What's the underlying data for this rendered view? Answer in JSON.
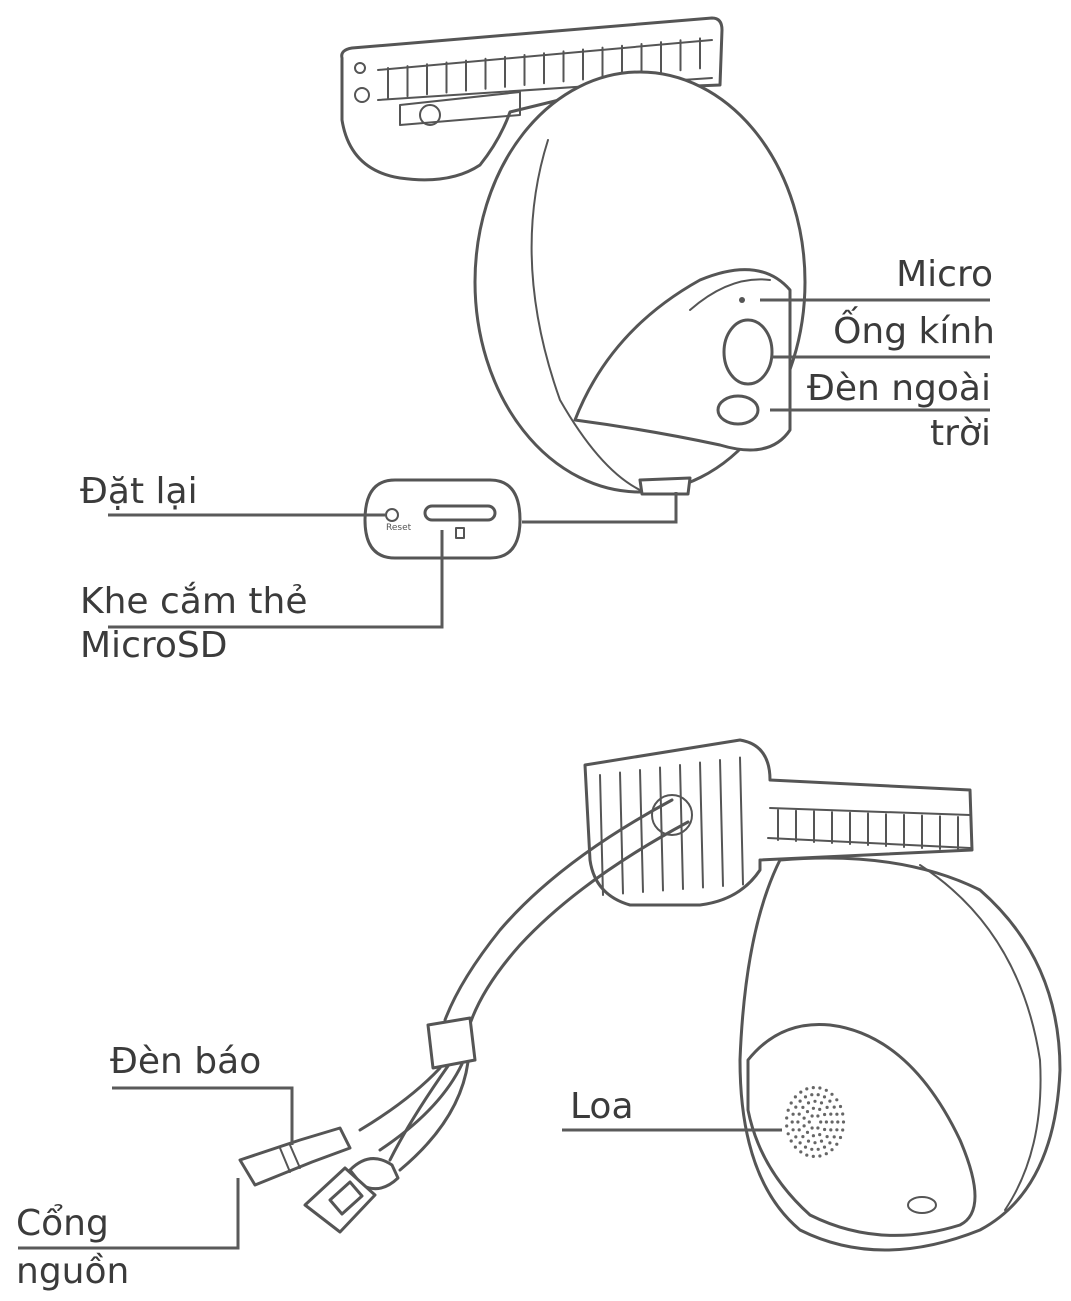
{
  "labels": {
    "micro": "Micro",
    "lens": "Ống kính",
    "outdoor_light_1": "Đèn ngoài",
    "outdoor_light_2": "trời",
    "reset": "Đặt lại",
    "reset_button_text": "Reset",
    "sd_slot_1": "Khe cắm thẻ",
    "sd_slot_2": "MicroSD",
    "indicator": "Đèn báo",
    "speaker": "Loa",
    "power_port_1": "Cổng",
    "power_port_2": "nguồn"
  },
  "colors": {
    "line": "#555555",
    "text": "#3b3b3b",
    "background": "#ffffff"
  }
}
